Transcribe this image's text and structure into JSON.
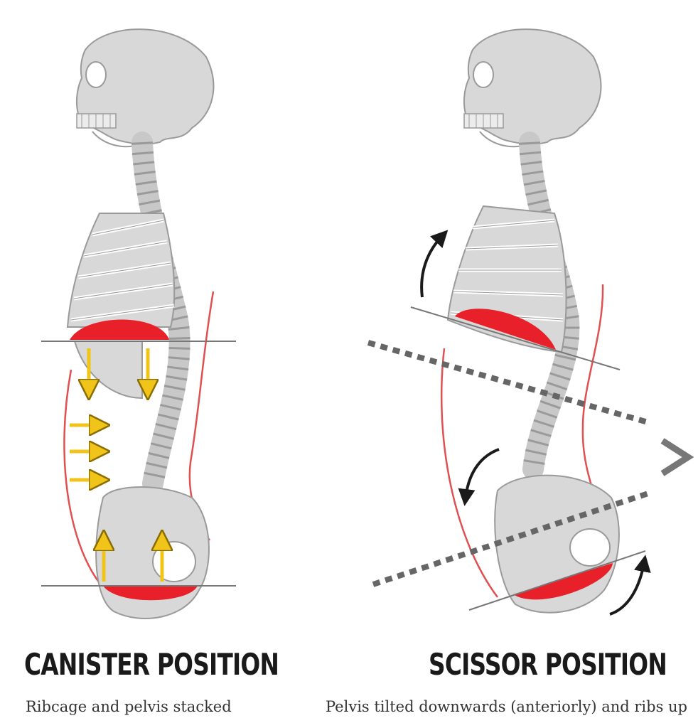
{
  "panels": [
    {
      "title": "CANISTER POSITION",
      "subtitle": "Ribcage and pelvis stacked"
    },
    {
      "title": "SCISSOR POSITION",
      "subtitle": "Pelvis tilted downwards (anteriorly) and ribs up"
    }
  ],
  "colors": {
    "bone": "#d8d8d8",
    "bone_outline": "#9a9a9a",
    "diaphragm": "#e8202a",
    "pelvic_floor": "#e8202a",
    "pressure_arrows": "#f0c419",
    "reference_lines": "#777777",
    "motion_arrows": "#1a1a1a",
    "body_outline": "#e05050"
  },
  "icons": {
    "skeleton_left": "skeleton-side-view",
    "skeleton_right": "skeleton-side-view",
    "angle_marker": "greater-than-chevron"
  }
}
